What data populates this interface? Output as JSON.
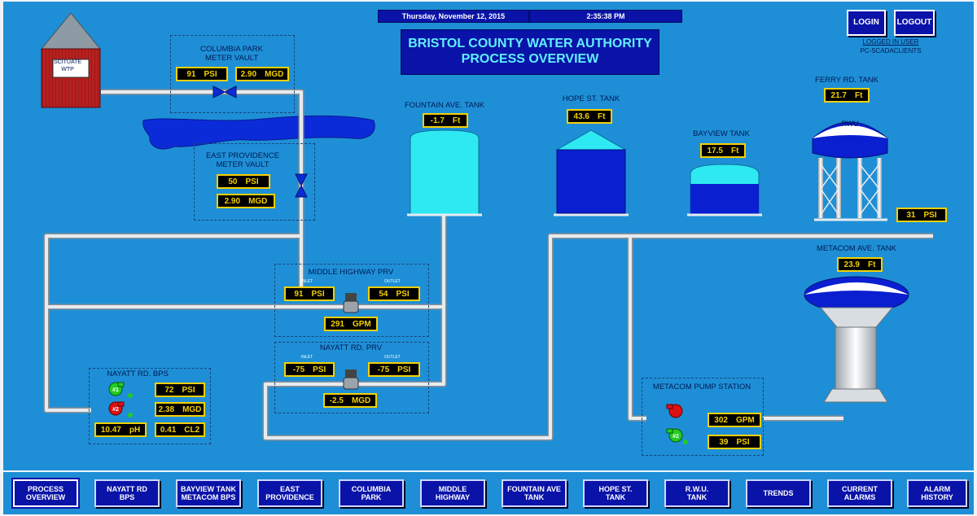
{
  "header": {
    "date": "Thursday, November 12, 2015",
    "time": "2:35:38 PM",
    "title_line1": "BRISTOL COUNTY WATER AUTHORITY",
    "title_line2": "PROCESS OVERVIEW",
    "login_label": "LOGIN",
    "logout_label": "LOGOUT",
    "logged_in_label": "LOGGED IN USER",
    "logged_in_user": "PC-SCADACLIENTS"
  },
  "wtp": {
    "label_line1": "SCITUATE",
    "label_line2": "WTP"
  },
  "columbia_park": {
    "label_line1": "COLUMBIA PARK",
    "label_line2": "METER VAULT",
    "pressure": {
      "value": "91",
      "unit": "PSI"
    },
    "flow": {
      "value": "2.90",
      "unit": "MGD"
    }
  },
  "east_providence": {
    "label_line1": "EAST PROVIDENCE",
    "label_line2": "METER VAULT",
    "pressure": {
      "value": "50",
      "unit": "PSI"
    },
    "flow": {
      "value": "2.90",
      "unit": "MGD"
    }
  },
  "middle_highway": {
    "label": "MIDDLE HIGHWAY PRV",
    "inlet_label": "INLET",
    "outlet_label": "OUTLET",
    "inlet": {
      "value": "91",
      "unit": "PSI"
    },
    "outlet": {
      "value": "54",
      "unit": "PSI"
    },
    "flow": {
      "value": "291",
      "unit": "GPM"
    }
  },
  "nayatt_prv": {
    "label": "NAYATT RD. PRV",
    "inlet_label": "INLET",
    "outlet_label": "OUTLET",
    "inlet": {
      "value": "-75",
      "unit": "PSI"
    },
    "outlet": {
      "value": "-75",
      "unit": "PSI"
    },
    "flow": {
      "value": "-2.5",
      "unit": "MGD"
    }
  },
  "nayatt_bps": {
    "label": "NAYATT RD. BPS",
    "pump1": "#1",
    "pump2": "#2",
    "pressure": {
      "value": "72",
      "unit": "PSI"
    },
    "flow": {
      "value": "2.38",
      "unit": "MGD"
    },
    "ph": {
      "value": "10.47",
      "unit": "pH"
    },
    "cl2": {
      "value": "0.41",
      "unit": "CL2"
    }
  },
  "fountain_tank": {
    "label": "FOUNTAIN AVE. TANK",
    "level": {
      "value": "-1.7",
      "unit": "Ft"
    }
  },
  "hope_tank": {
    "label": "HOPE ST. TANK",
    "level": {
      "value": "43.6",
      "unit": "Ft"
    }
  },
  "bayview_tank": {
    "label": "BAYVIEW TANK",
    "level": {
      "value": "17.5",
      "unit": "Ft"
    }
  },
  "ferry_tank": {
    "label": "FERRY RD. TANK",
    "tower_text": "RWU",
    "level": {
      "value": "21.7",
      "unit": "Ft"
    },
    "pressure": {
      "value": "31",
      "unit": "PSI"
    }
  },
  "metacom_tank": {
    "label": "METACOM AVE. TANK",
    "level": {
      "value": "23.9",
      "unit": "Ft"
    }
  },
  "metacom_ps": {
    "label": "METACOM PUMP STATION",
    "pump2": "#2",
    "flow": {
      "value": "302",
      "unit": "GPM"
    },
    "pressure": {
      "value": "39",
      "unit": "PSI"
    }
  },
  "nav": [
    "PROCESS\nOVERVIEW",
    "NAYATT RD\nBPS",
    "BAYVIEW TANK\nMETACOM BPS",
    "EAST\nPROVIDENCE",
    "COLUMBIA\nPARK",
    "MIDDLE\nHIGHWAY",
    "FOUNTAIN AVE\nTANK",
    "HOPE ST.\nTANK",
    "R.W.U.\nTANK",
    "TRENDS",
    "CURRENT\nALARMS",
    "ALARM\nHISTORY"
  ],
  "colors": {
    "background": "#1e8fd6",
    "button": "#0a13a8",
    "display_text": "#f5d000",
    "pipe": "#d8dde2",
    "tank_dark": "#0a1fd0",
    "tank_light": "#2fe9f2",
    "pump_on": "#22cc22",
    "pump_off": "#dd1111"
  }
}
